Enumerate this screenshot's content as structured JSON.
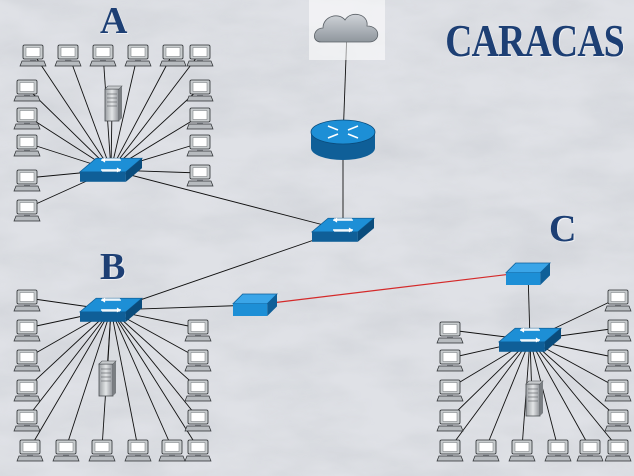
{
  "title": "CARACAS",
  "sections": {
    "a": "A",
    "b": "B",
    "c": "C"
  },
  "colors": {
    "background": "#dfe1e6",
    "label": "#1d3f74",
    "device": "#1d8fd6",
    "device_dark": "#0f5f98",
    "link": "#111111",
    "wan_link": "#d42a2a",
    "computer": "#c8ccce",
    "screen": "#ffffff"
  },
  "devices": {
    "cloud": "cloud-icon",
    "router": "router-icon",
    "switches": [
      "switch-core",
      "switch-a",
      "switch-b",
      "switch-c",
      "wan-device-b",
      "wan-device-c"
    ],
    "servers": [
      "server-a",
      "server-b",
      "server-c"
    ]
  }
}
